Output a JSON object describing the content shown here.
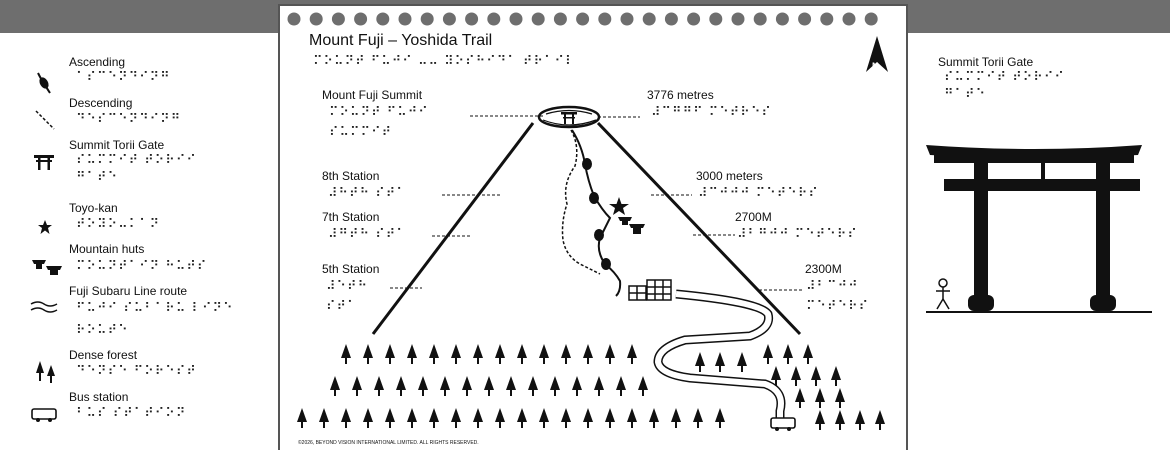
{
  "legend": {
    "items": [
      {
        "label": "Ascending",
        "braille": "⠁⠎⠉⠑⠝⠙⠊⠝⠛"
      },
      {
        "label": "Descending",
        "braille": "⠙⠑⠎⠉⠑⠝⠙⠊⠝⠛"
      },
      {
        "label": "Summit Torii Gate",
        "braille1": "⠎⠥⠍⠍⠊⠞ ⠞⠕⠗⠊⠊",
        "braille2": "⠛⠁⠞⠑"
      },
      {
        "label": "Toyo-kan",
        "braille": "⠞⠕⠽⠕⠤⠅⠁⠝"
      },
      {
        "label": "Mountain huts",
        "braille": "⠍⠕⠥⠝⠞⠁⠊⠝ ⠓⠥⠞⠎"
      },
      {
        "label": "Fuji Subaru Line route",
        "braille1": "⠋⠥⠚⠊ ⠎⠥⠃⠁⠗⠥ ⠇⠊⠝⠑",
        "braille2": "⠗⠕⠥⠞⠑"
      },
      {
        "label": "Dense forest",
        "braille": "⠙⠑⠝⠎⠑ ⠋⠕⠗⠑⠎⠞"
      },
      {
        "label": "Bus station",
        "braille": "⠃⠥⠎ ⠎⠞⠁⠞⠊⠕⠝"
      }
    ]
  },
  "map": {
    "title": "Mount Fuji – Yoshida Trail",
    "title_braille": "⠍⠕⠥⠝⠞ ⠋⠥⠚⠊ ⠤⠤ ⠽⠕⠎⠓⠊⠙⠁ ⠞⠗⠁⠊⠇",
    "summit_label": "Mount Fuji Summit",
    "summit_braille1": "⠍⠕⠥⠝⠞ ⠋⠥⠚⠊",
    "summit_braille2": "⠎⠥⠍⠍⠊⠞",
    "summit_elev": "3776 metres",
    "summit_elev_braille": "⠼⠉⠛⠛⠋ ⠍⠑⠞⠗⠑⠎",
    "st8_label": "8th Station",
    "st8_braille": "⠼⠓⠞⠓ ⠎⠞⠁",
    "st8_elev": "3000 meters",
    "st8_elev_braille": "⠼⠉⠚⠚⠚ ⠍⠑⠞⠑⠗⠎",
    "st7_label": "7th Station",
    "st7_braille": "⠼⠛⠞⠓ ⠎⠞⠁",
    "st7_elev": "2700M",
    "st7_elev_braille": "⠼⠃⠛⠚⠚ ⠍⠑⠞⠑⠗⠎",
    "st5_label": "5th Station",
    "st5_braille1": "⠼⠑⠞⠓",
    "st5_braille2": "⠎⠞⠁",
    "st5_elev": "2300M",
    "st5_elev_braille1": "⠼⠃⠉⠚⠚",
    "st5_elev_braille2": "⠍⠑⠞⠑⠗⠎",
    "north_icon": "north-arrow",
    "copyright": "©2026, BEYOND VISION INTERNATIONAL LIMITED. ALL RIGHTS RESERVED."
  },
  "gate_panel": {
    "label": "Summit Torii Gate",
    "braille1": "⠎⠥⠍⠍⠊⠞ ⠞⠕⠗⠊⠊",
    "braille2": "⠛⠁⠞⠑"
  }
}
